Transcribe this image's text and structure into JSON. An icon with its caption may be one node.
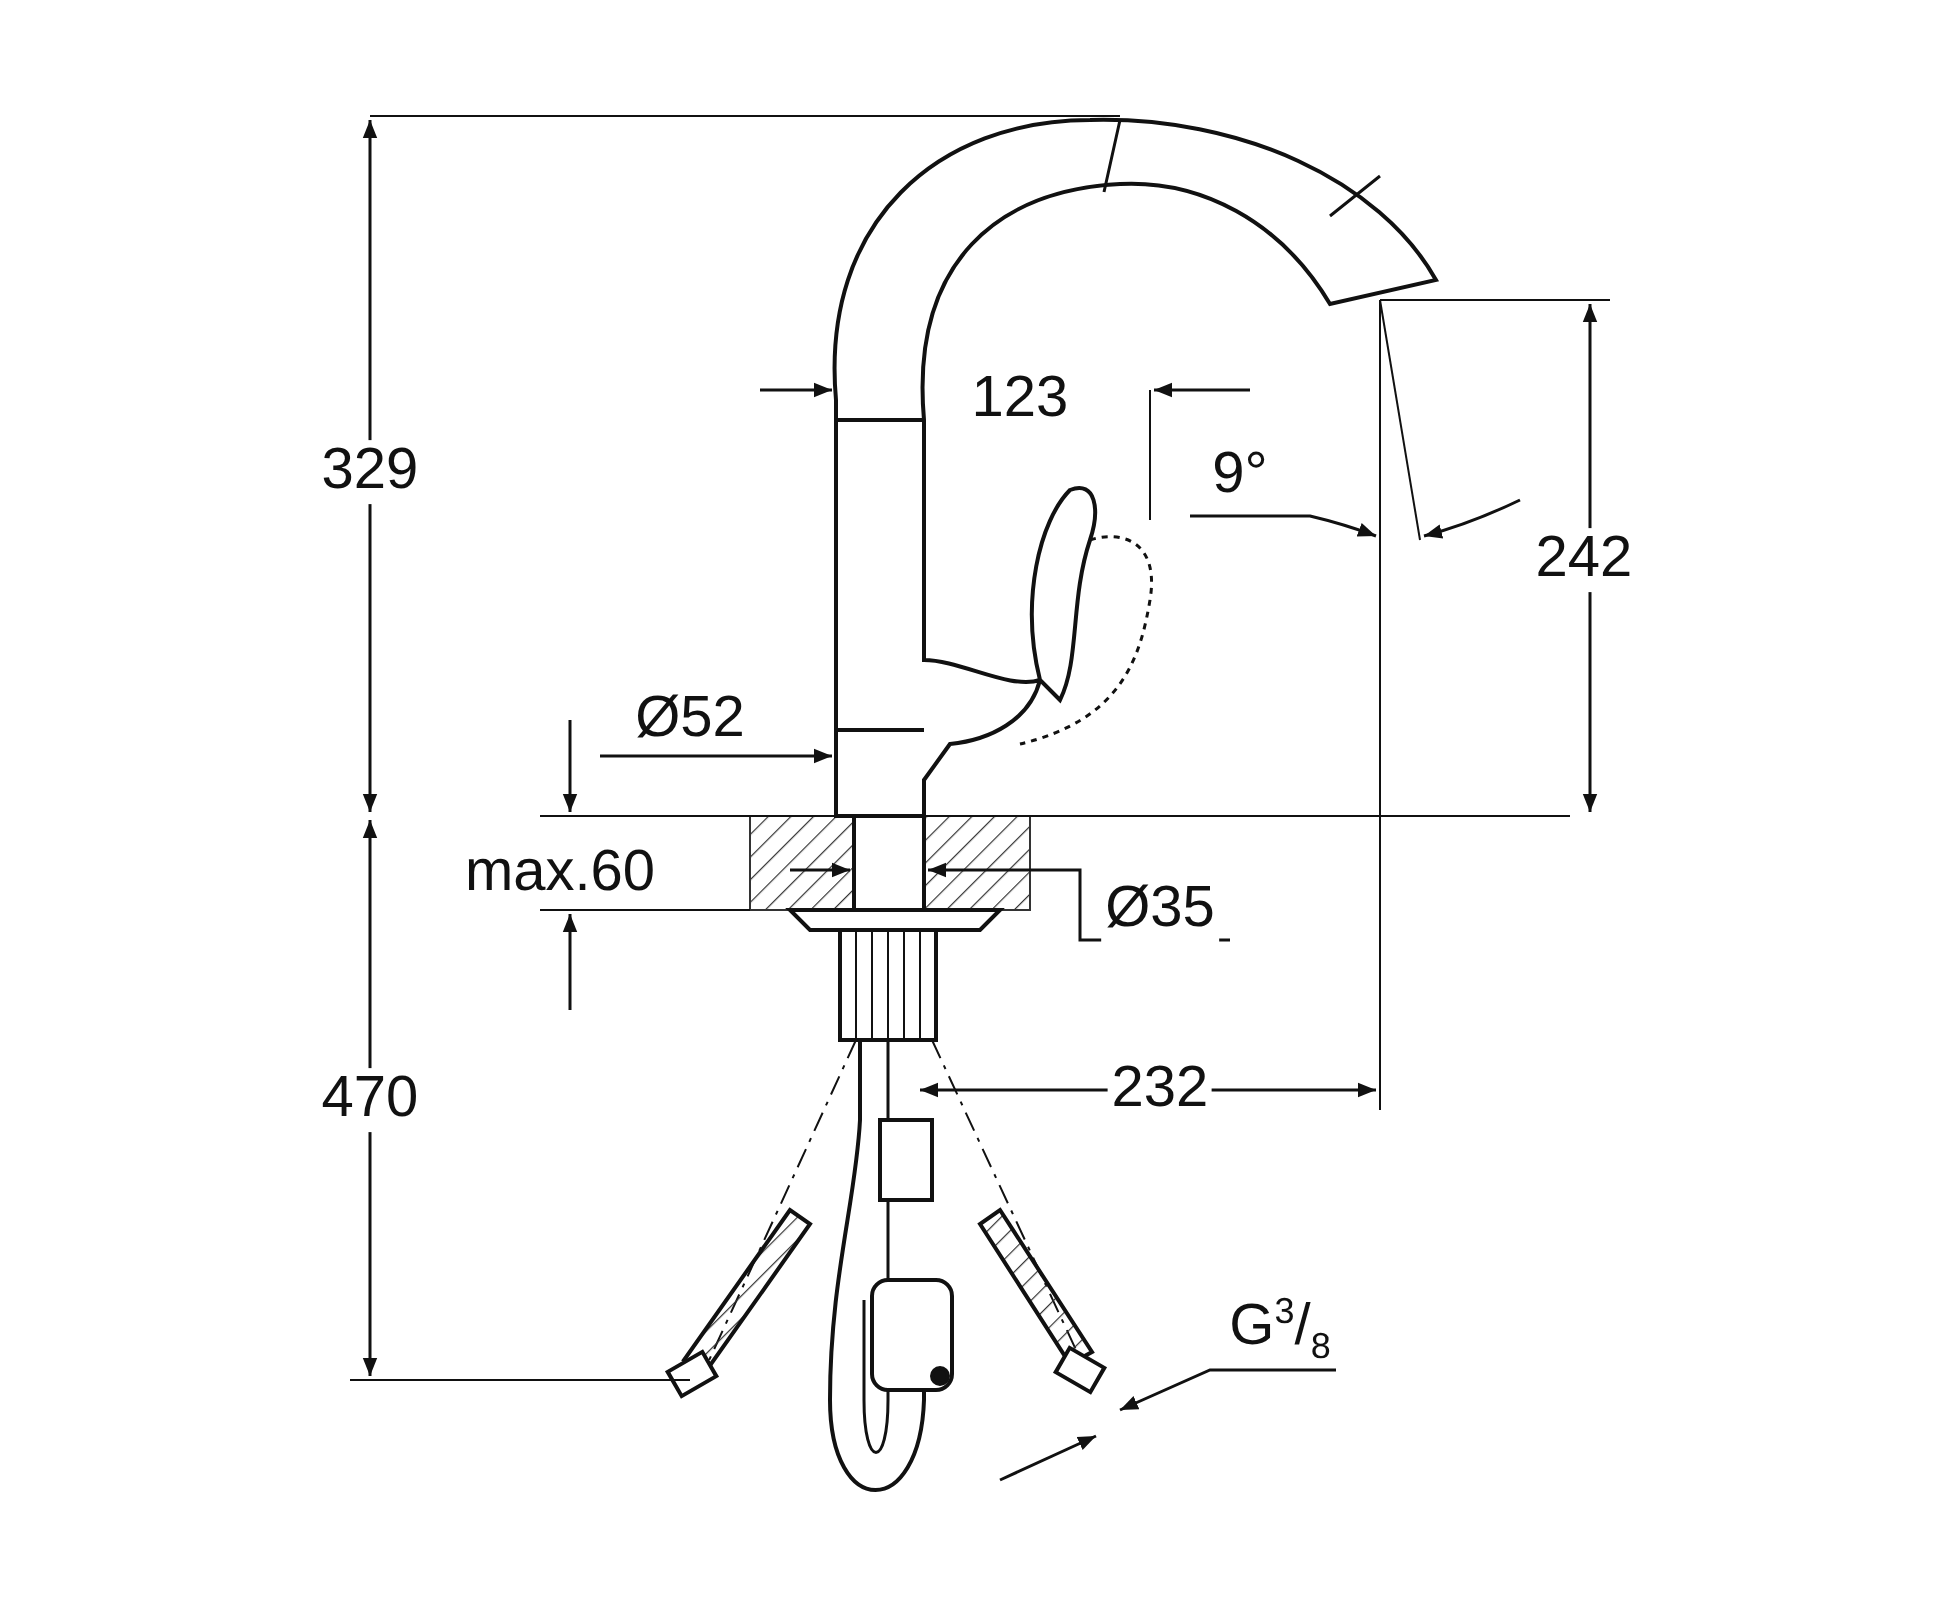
{
  "diagram": {
    "labels": [
      "329",
      "123",
      "9°",
      "242",
      "Ø52",
      "max.60",
      "Ø35",
      "470",
      "232",
      "G$^{3}$/$_{8}$"
    ]
  }
}
